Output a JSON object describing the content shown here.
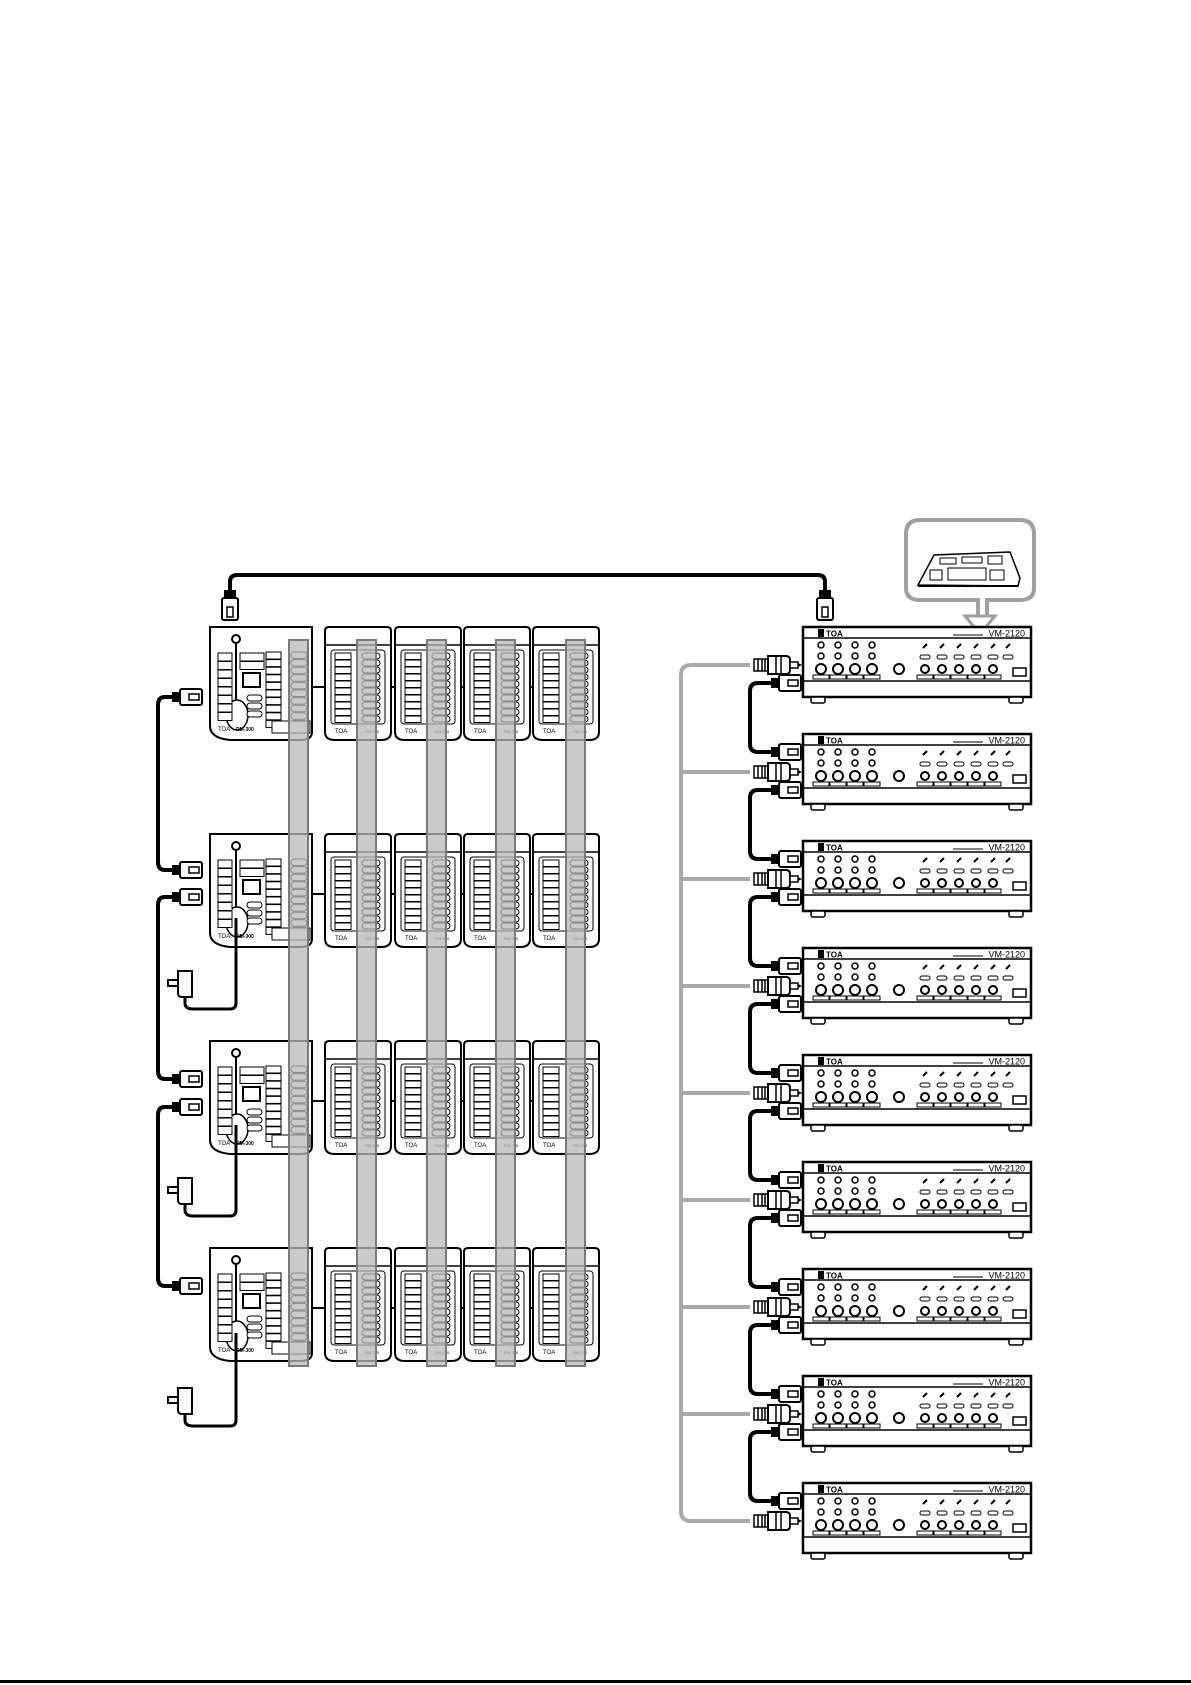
{
  "diagram": {
    "type": "system-connection-diagram",
    "brand": "TOA",
    "remote_stations": {
      "rows": 4,
      "master_unit": {
        "brand": "TOA",
        "model": "RM-300"
      },
      "extension_unit": {
        "brand": "TOA",
        "model": "RM-210",
        "count_per_row": 4
      },
      "power_adapters_on_rows": [
        2,
        3,
        4
      ]
    },
    "amplifiers": {
      "brand": "TOA",
      "model": "VM-2120",
      "count": 9,
      "labels": [
        "VM-2120",
        "VM-2120",
        "VM-2120",
        "VM-2120",
        "VM-2120",
        "VM-2120",
        "VM-2120",
        "VM-2120",
        "VM-2120"
      ]
    },
    "inset": {
      "depicts": "internal-circuit-board"
    },
    "colors": {
      "line": "#000000",
      "highlight_bar": "#b8b8b8",
      "audio_bus": "#a9a9a9",
      "inset_border": "#a0a0a0",
      "background": "#ffffff"
    }
  }
}
